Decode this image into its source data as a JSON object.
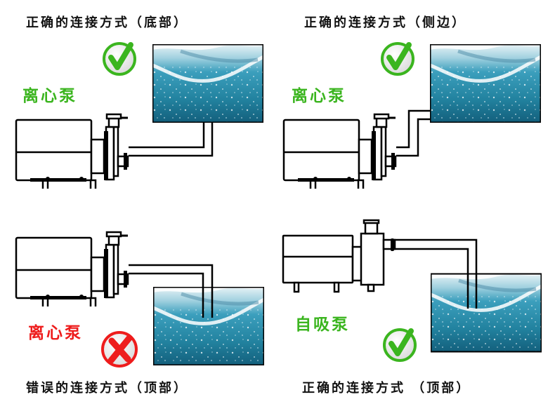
{
  "colors": {
    "correct_green": "#3bb51f",
    "wrong_red": "#ee1c1c",
    "water_blue": "#2a8fae",
    "outline": "#000000"
  },
  "panels": [
    {
      "id": "top-left",
      "caption": "正确的连接方式（底部）",
      "pump_label": "离心泵",
      "pump_type": "centrifugal",
      "connection": "bottom",
      "status": "correct",
      "status_icon": "check-icon"
    },
    {
      "id": "top-right",
      "caption": "正确的连接方式（侧边）",
      "pump_label": "离心泵",
      "pump_type": "centrifugal",
      "connection": "side",
      "status": "correct",
      "status_icon": "check-icon"
    },
    {
      "id": "bottom-left",
      "caption": "错误的连接方式（顶部）",
      "pump_label": "离心泵",
      "pump_type": "centrifugal",
      "connection": "top",
      "status": "wrong",
      "status_icon": "cross-icon"
    },
    {
      "id": "bottom-right",
      "caption": "正确的连接方式 （顶部）",
      "pump_label": "自吸泵",
      "pump_type": "self-priming",
      "connection": "top",
      "status": "correct",
      "status_icon": "check-icon"
    }
  ]
}
